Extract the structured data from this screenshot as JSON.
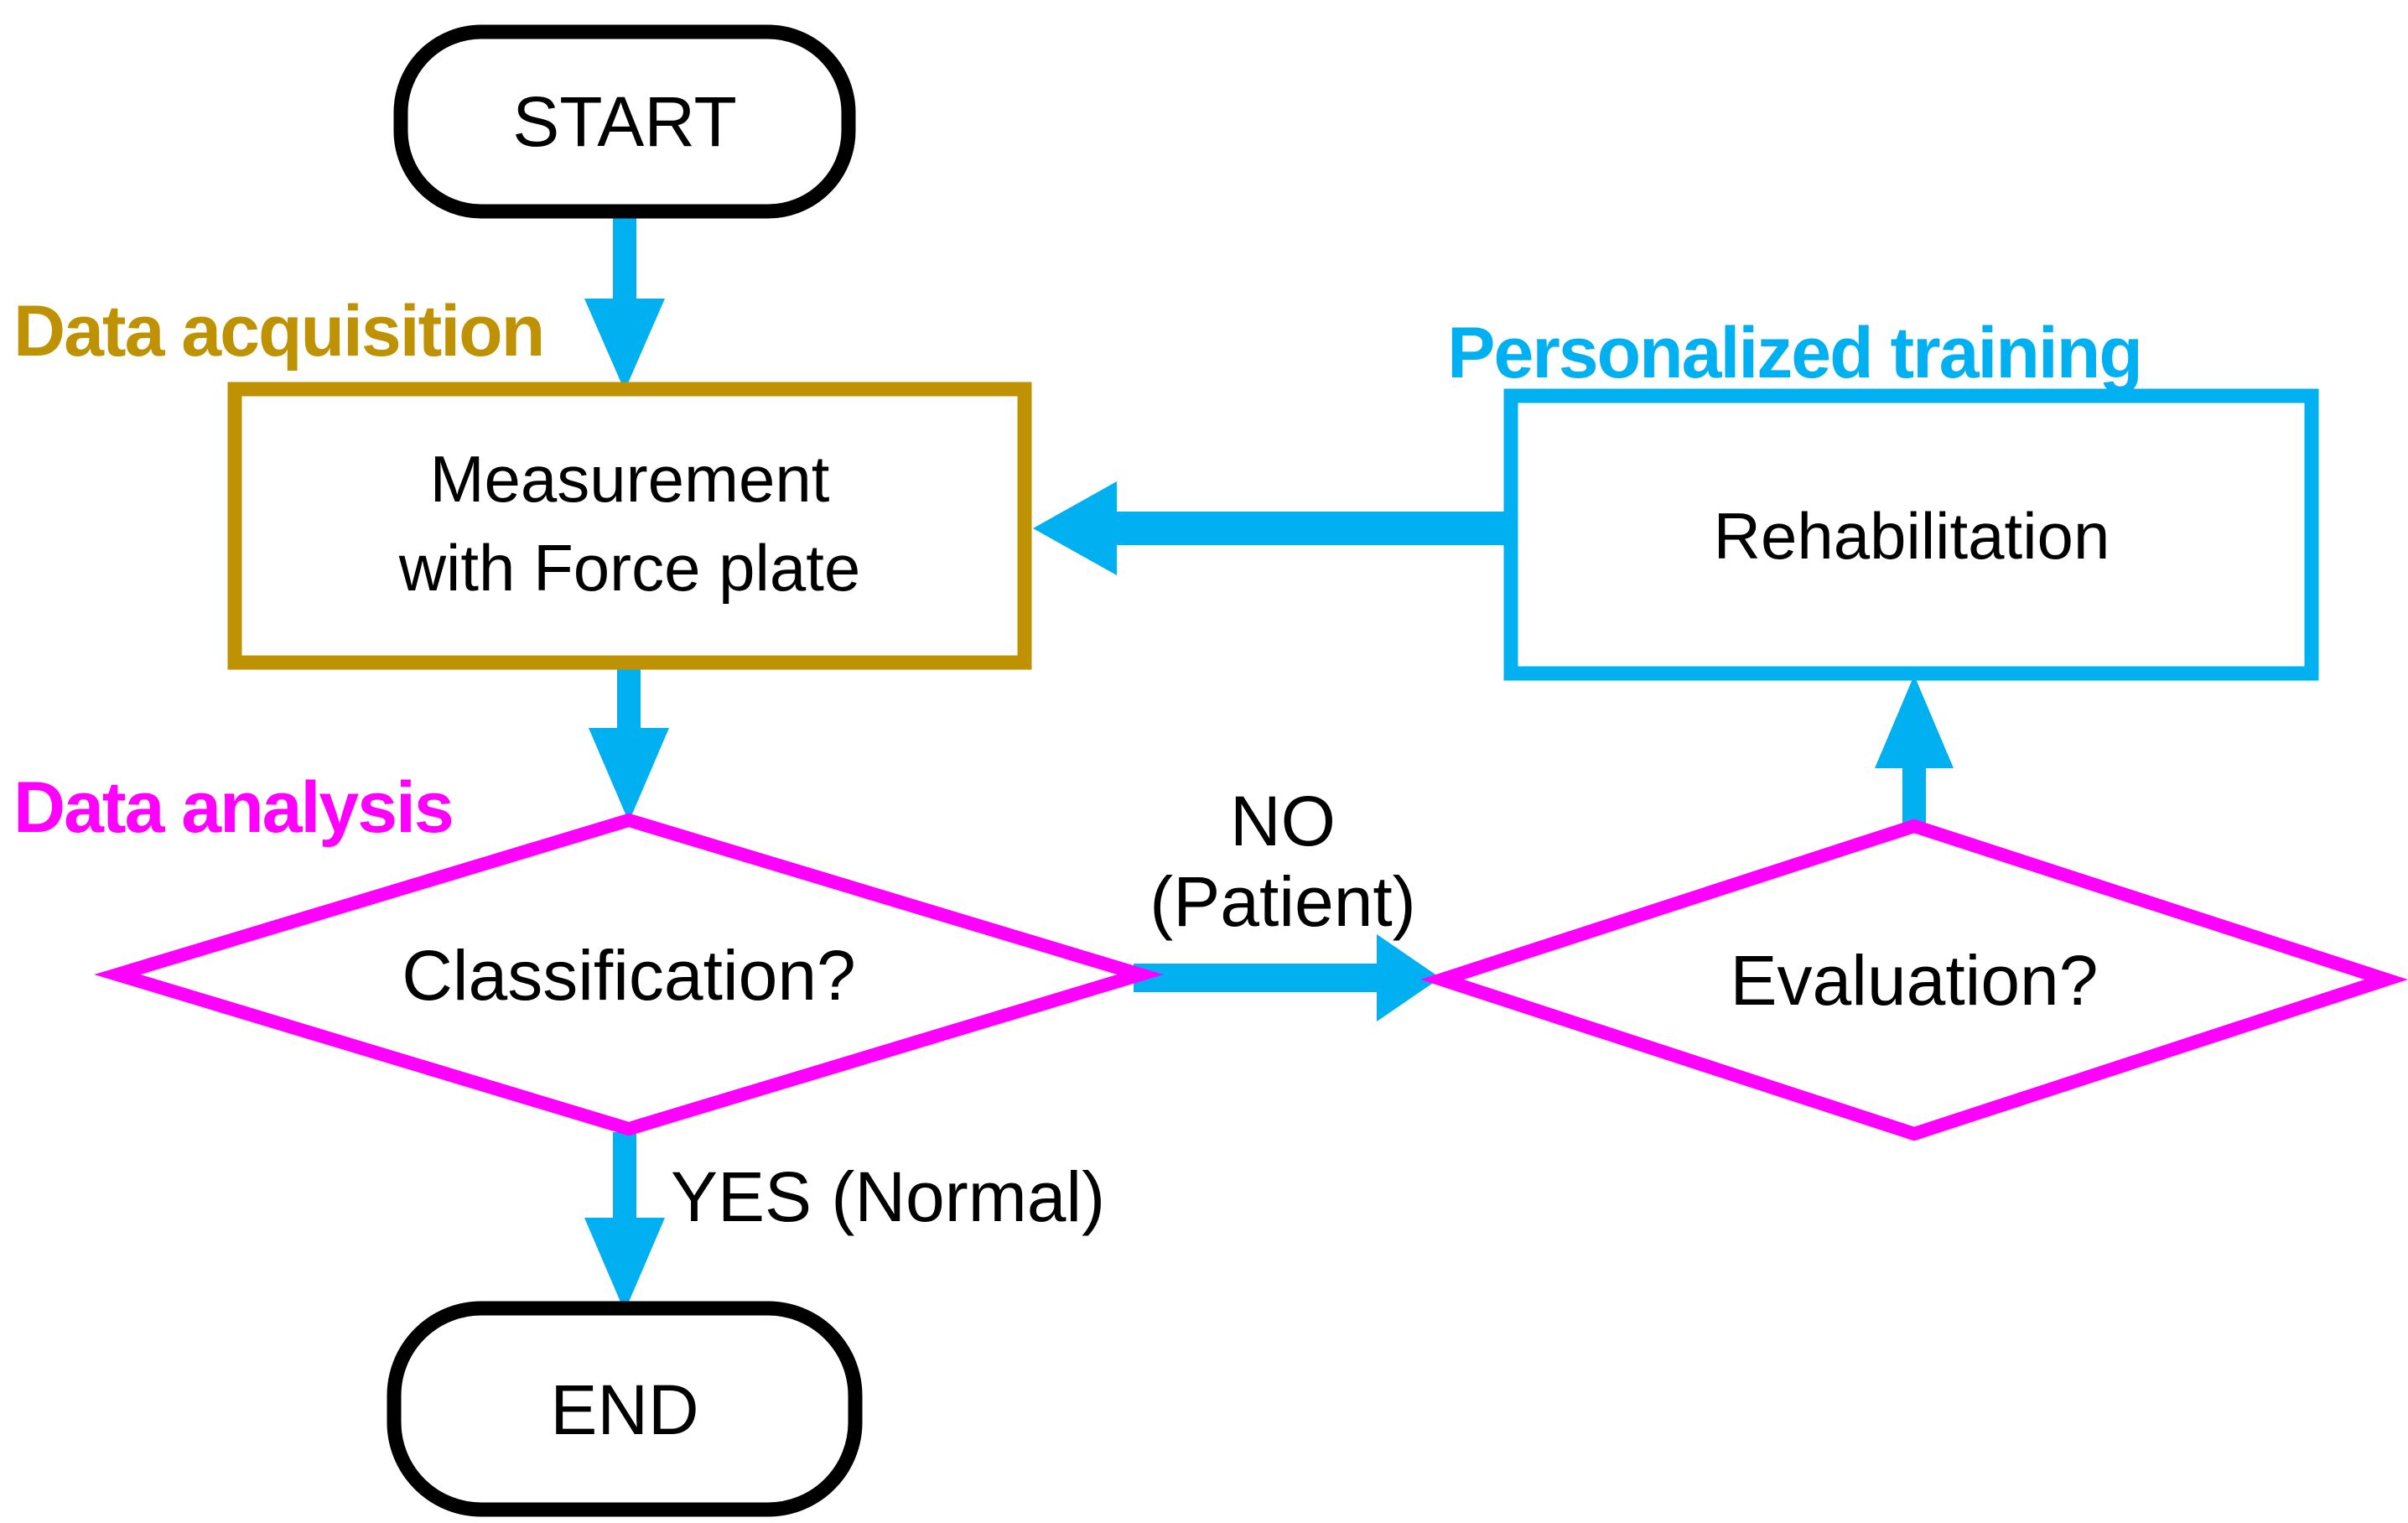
{
  "colors": {
    "cyan": "#00B0F0",
    "gold": "#BF9204",
    "magenta": "#FF00FF",
    "black": "#000000",
    "background": "#FFFFFF"
  },
  "flowchart": {
    "nodes": {
      "start": "START",
      "measurement_line1": "Measurement",
      "measurement_line2": "with Force plate",
      "rehabilitation": "Rehabilitation",
      "classification": "Classification?",
      "evaluation": "Evaluation?",
      "end": "END"
    },
    "section_labels": {
      "data_acquisition": "Data acquisition",
      "data_analysis": "Data analysis",
      "personalized_training": "Personalized training"
    },
    "edge_labels": {
      "no_line1": "NO",
      "no_line2": "(Patient)",
      "yes": "YES (Normal)"
    }
  }
}
